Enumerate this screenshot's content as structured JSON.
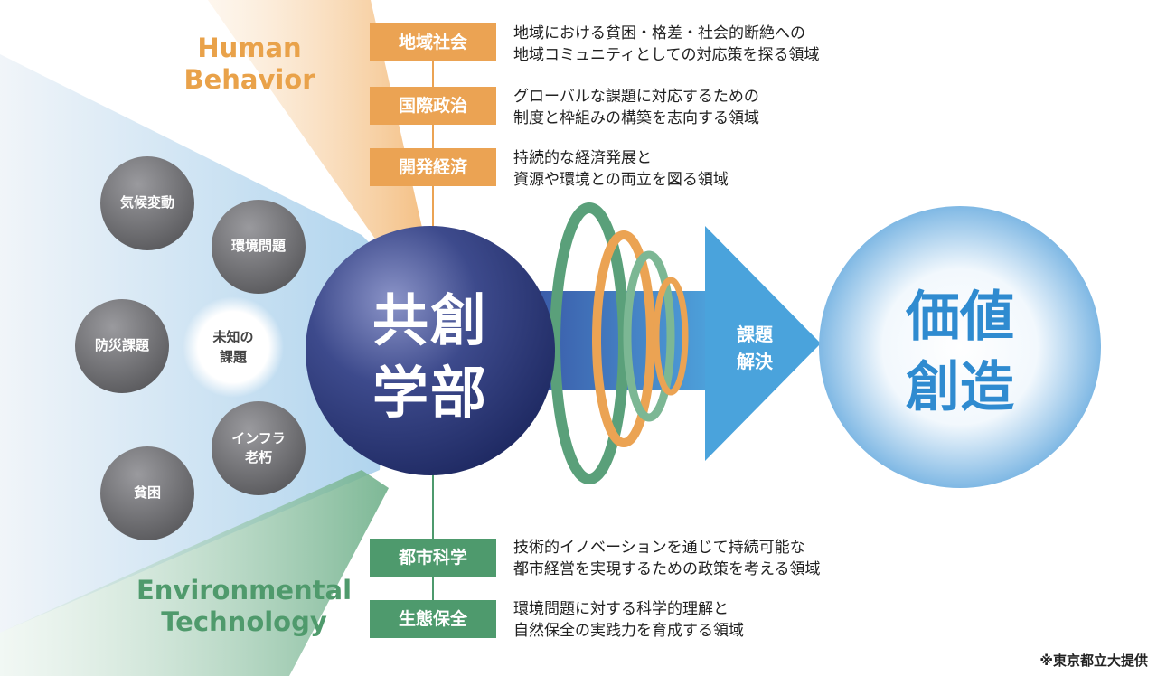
{
  "labels": {
    "human_behavior_line1": "Human",
    "human_behavior_line2": "Behavior",
    "env_tech_line1": "Environmental",
    "env_tech_line2": "Technology"
  },
  "human_fields": [
    {
      "name": "地域社会",
      "desc1": "地域における貧困・格差・社会的断絶への",
      "desc2": "地域コミュニティとしての対応策を探る領域"
    },
    {
      "name": "国際政治",
      "desc1": "グローバルな課題に対応するための",
      "desc2": "制度と枠組みの構築を志向する領域"
    },
    {
      "name": "開発経済",
      "desc1": "持続的な経済発展と",
      "desc2": "資源や環境との両立を図る領域"
    }
  ],
  "env_fields": [
    {
      "name": "都市科学",
      "desc1": "技術的イノベーションを通じて持続可能な",
      "desc2": "都市経営を実現するための政策を考える領域"
    },
    {
      "name": "生態保全",
      "desc1": "環境問題に対する科学的理解と",
      "desc2": "自然保全の実践力を育成する領域"
    }
  ],
  "issues": {
    "climate": "気候変動",
    "environment": "環境問題",
    "disaster": "防災課題",
    "infra_line1": "インフラ",
    "infra_line2": "老朽",
    "poverty": "貧困",
    "unknown_line1": "未知の",
    "unknown_line2": "課題"
  },
  "center": {
    "line1": "共創",
    "line2": "学部"
  },
  "solution": {
    "line1": "課題",
    "line2": "解決"
  },
  "value": {
    "line1": "価値",
    "line2": "創造"
  },
  "credit": "※東京都立大提供",
  "colors": {
    "orange": "#eba353",
    "green": "#4e9a6d",
    "navy": "#2e3a7a",
    "blue": "#2f8bd0",
    "gray_bubble": "#6f6f72"
  }
}
